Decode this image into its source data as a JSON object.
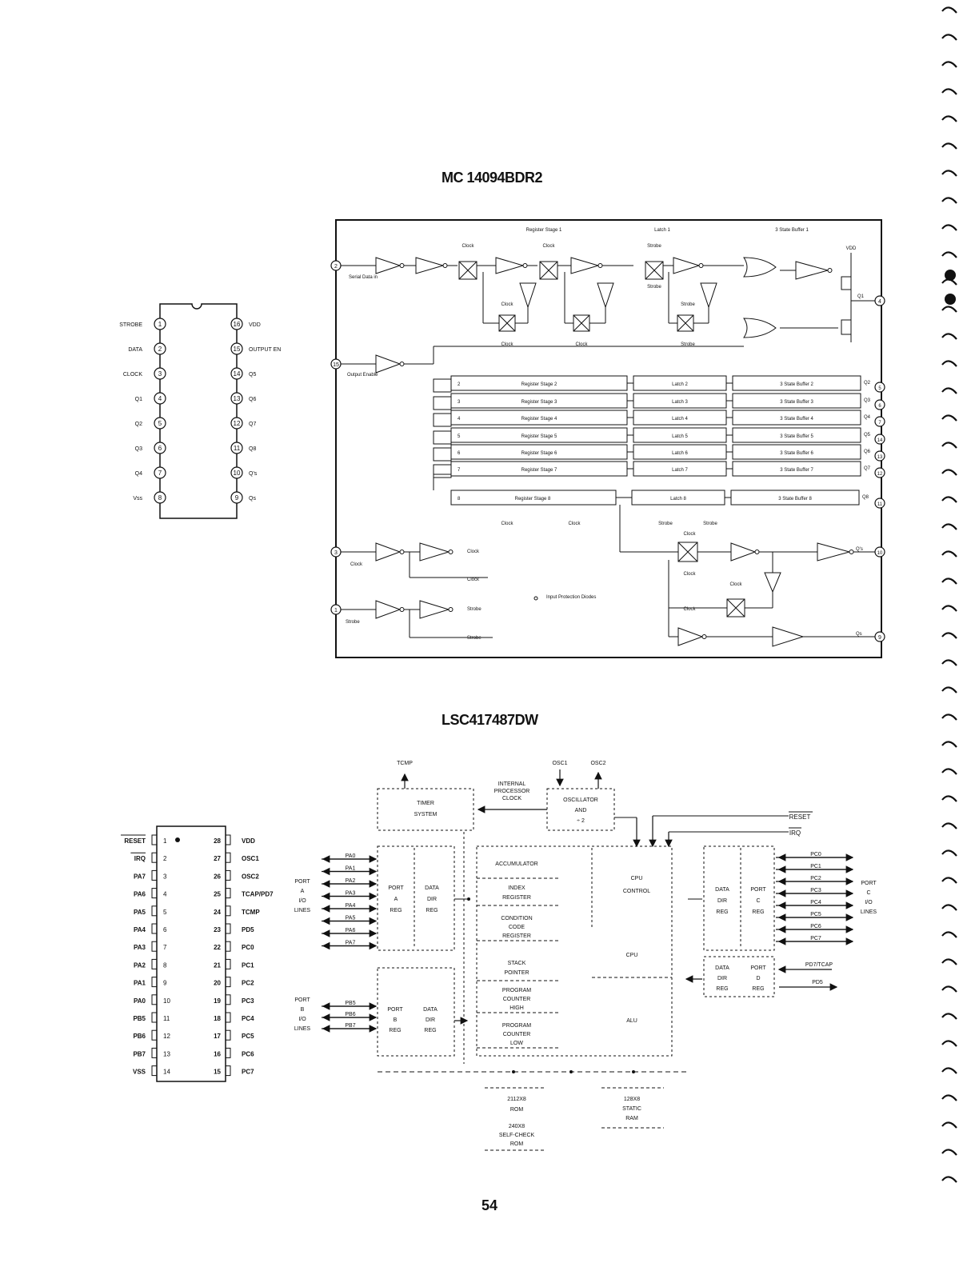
{
  "page": {
    "number": "54"
  },
  "mc14094": {
    "title": "MC 14094BDR2",
    "pinout": {
      "left": [
        {
          "name": "STROBE",
          "num": "1"
        },
        {
          "name": "DATA",
          "num": "2"
        },
        {
          "name": "CLOCK",
          "num": "3"
        },
        {
          "name": "Q1",
          "num": "4"
        },
        {
          "name": "Q2",
          "num": "5"
        },
        {
          "name": "Q3",
          "num": "6"
        },
        {
          "name": "Q4",
          "num": "7"
        },
        {
          "name": "Vss",
          "num": "8"
        }
      ],
      "right": [
        {
          "num": "16",
          "name": "VDD"
        },
        {
          "num": "15",
          "name": "OUTPUT EN"
        },
        {
          "num": "14",
          "name": "Q5"
        },
        {
          "num": "13",
          "name": "Q6"
        },
        {
          "num": "12",
          "name": "Q7"
        },
        {
          "num": "11",
          "name": "Q8"
        },
        {
          "num": "10",
          "name": "Q's"
        },
        {
          "num": "9",
          "name": "Qs"
        }
      ]
    },
    "block": {
      "header": [
        "Register Stage 1",
        "Latch 1",
        "3 State Buffer 1"
      ],
      "serial_in": "Serial Data in",
      "output_enable": "Output Enable",
      "clock": "Clock",
      "clock_bar": "Clock",
      "strobe": "Strobe",
      "strobe_bar": "Strobe",
      "vdd": "VDD",
      "q1": "Q1",
      "stages": [
        {
          "n": "2",
          "reg": "Register Stage 2",
          "latch": "Latch 2",
          "buf": "3 State Buffer 2",
          "q": "Q2",
          "pin": "5"
        },
        {
          "n": "3",
          "reg": "Register Stage 3",
          "latch": "Latch 3",
          "buf": "3 State Buffer 3",
          "q": "Q3",
          "pin": "6"
        },
        {
          "n": "4",
          "reg": "Register Stage 4",
          "latch": "Latch 4",
          "buf": "3 State Buffer 4",
          "q": "Q4",
          "pin": "7"
        },
        {
          "n": "5",
          "reg": "Register Stage 5",
          "latch": "Latch 5",
          "buf": "3 State Buffer 5",
          "q": "Q5",
          "pin": "14"
        },
        {
          "n": "6",
          "reg": "Register Stage 6",
          "latch": "Latch 6",
          "buf": "3 State Buffer 6",
          "q": "Q6",
          "pin": "13"
        },
        {
          "n": "7",
          "reg": "Register Stage 7",
          "latch": "Latch 7",
          "buf": "3 State Buffer 7",
          "q": "Q7",
          "pin": "12"
        }
      ],
      "stage8": {
        "n": "8",
        "reg": "Register Stage 8",
        "latch": "Latch 8",
        "buf": "3 State Buffer 8",
        "q": "Q8",
        "pin": "11"
      },
      "protection_note": "Input Protection Diodes",
      "qs_prime": "Q's",
      "qs": "Qs",
      "pins": {
        "serial": "2",
        "oe": "15",
        "q1": "4",
        "clk": "3",
        "strobe": "1",
        "qsp": "10",
        "qs": "9"
      }
    }
  },
  "lsc417": {
    "title": "LSC417487DW",
    "pinout": {
      "left": [
        {
          "name": "RESET",
          "num": "1"
        },
        {
          "name": "IRQ",
          "num": "2"
        },
        {
          "name": "PA7",
          "num": "3"
        },
        {
          "name": "PA6",
          "num": "4"
        },
        {
          "name": "PA5",
          "num": "5"
        },
        {
          "name": "PA4",
          "num": "6"
        },
        {
          "name": "PA3",
          "num": "7"
        },
        {
          "name": "PA2",
          "num": "8"
        },
        {
          "name": "PA1",
          "num": "9"
        },
        {
          "name": "PA0",
          "num": "10"
        },
        {
          "name": "PB5",
          "num": "11"
        },
        {
          "name": "PB6",
          "num": "12"
        },
        {
          "name": "PB7",
          "num": "13"
        },
        {
          "name": "VSS",
          "num": "14"
        }
      ],
      "right": [
        {
          "num": "28",
          "name": "VDD"
        },
        {
          "num": "27",
          "name": "OSC1"
        },
        {
          "num": "26",
          "name": "OSC2"
        },
        {
          "num": "25",
          "name": "TCAP/PD7"
        },
        {
          "num": "24",
          "name": "TCMP"
        },
        {
          "num": "23",
          "name": "PD5"
        },
        {
          "num": "22",
          "name": "PC0"
        },
        {
          "num": "21",
          "name": "PC1"
        },
        {
          "num": "20",
          "name": "PC2"
        },
        {
          "num": "19",
          "name": "PC3"
        },
        {
          "num": "18",
          "name": "PC4"
        },
        {
          "num": "17",
          "name": "PC5"
        },
        {
          "num": "16",
          "name": "PC6"
        },
        {
          "num": "15",
          "name": "PC7"
        }
      ]
    },
    "block": {
      "tcmp": "TCMP",
      "osc1": "OSC1",
      "osc2": "OSC2",
      "internal_clock": [
        "INTERNAL",
        "PROCESSOR",
        "CLOCK"
      ],
      "timer": [
        "TIMER",
        "SYSTEM"
      ],
      "oscillator": [
        "OSCILLATOR",
        "AND",
        "÷ 2"
      ],
      "reset": "RESET",
      "irq": "IRQ",
      "port_a_lines": [
        "PA0",
        "PA1",
        "PA2",
        "PA3",
        "PA4",
        "PA5",
        "PA6",
        "PA7"
      ],
      "port_a_label": [
        "PORT",
        "A",
        "I/O",
        "LINES"
      ],
      "port_a_reg": [
        "PORT",
        "A",
        "REG"
      ],
      "data_dir_reg": [
        "DATA",
        "DIR",
        "REG"
      ],
      "cpu_regs": [
        "ACCUMULATOR",
        "INDEX REGISTER",
        "CONDITION CODE REGISTER",
        "STACK POINTER",
        "PROGRAM COUNTER HIGH",
        "PROGRAM COUNTER LOW"
      ],
      "cpu_control": [
        "CPU",
        "CONTROL"
      ],
      "cpu": "CPU",
      "alu": "ALU",
      "port_c_lines": [
        "PC0",
        "PC1",
        "PC2",
        "PC3",
        "PC4",
        "PC5",
        "PC6",
        "PC7"
      ],
      "port_c_label": [
        "PORT",
        "C",
        "I/O",
        "LINES"
      ],
      "port_c_reg": [
        "PORT",
        "C",
        "REG"
      ],
      "port_d_reg": [
        "PORT",
        "D",
        "REG"
      ],
      "pd7": "PD7/TCAP",
      "pd5": "PD5",
      "port_b_lines": [
        "PB5",
        "PB6",
        "PB7"
      ],
      "port_b_label": [
        "PORT",
        "B",
        "I/O",
        "LINES"
      ],
      "port_b_reg": [
        "PORT",
        "B",
        "REG"
      ],
      "rom": [
        "2112X8",
        "ROM"
      ],
      "selfcheck": [
        "240X8",
        "SELF-CHECK",
        "ROM"
      ],
      "ram": [
        "128X8",
        "STATIC",
        "RAM"
      ]
    }
  }
}
